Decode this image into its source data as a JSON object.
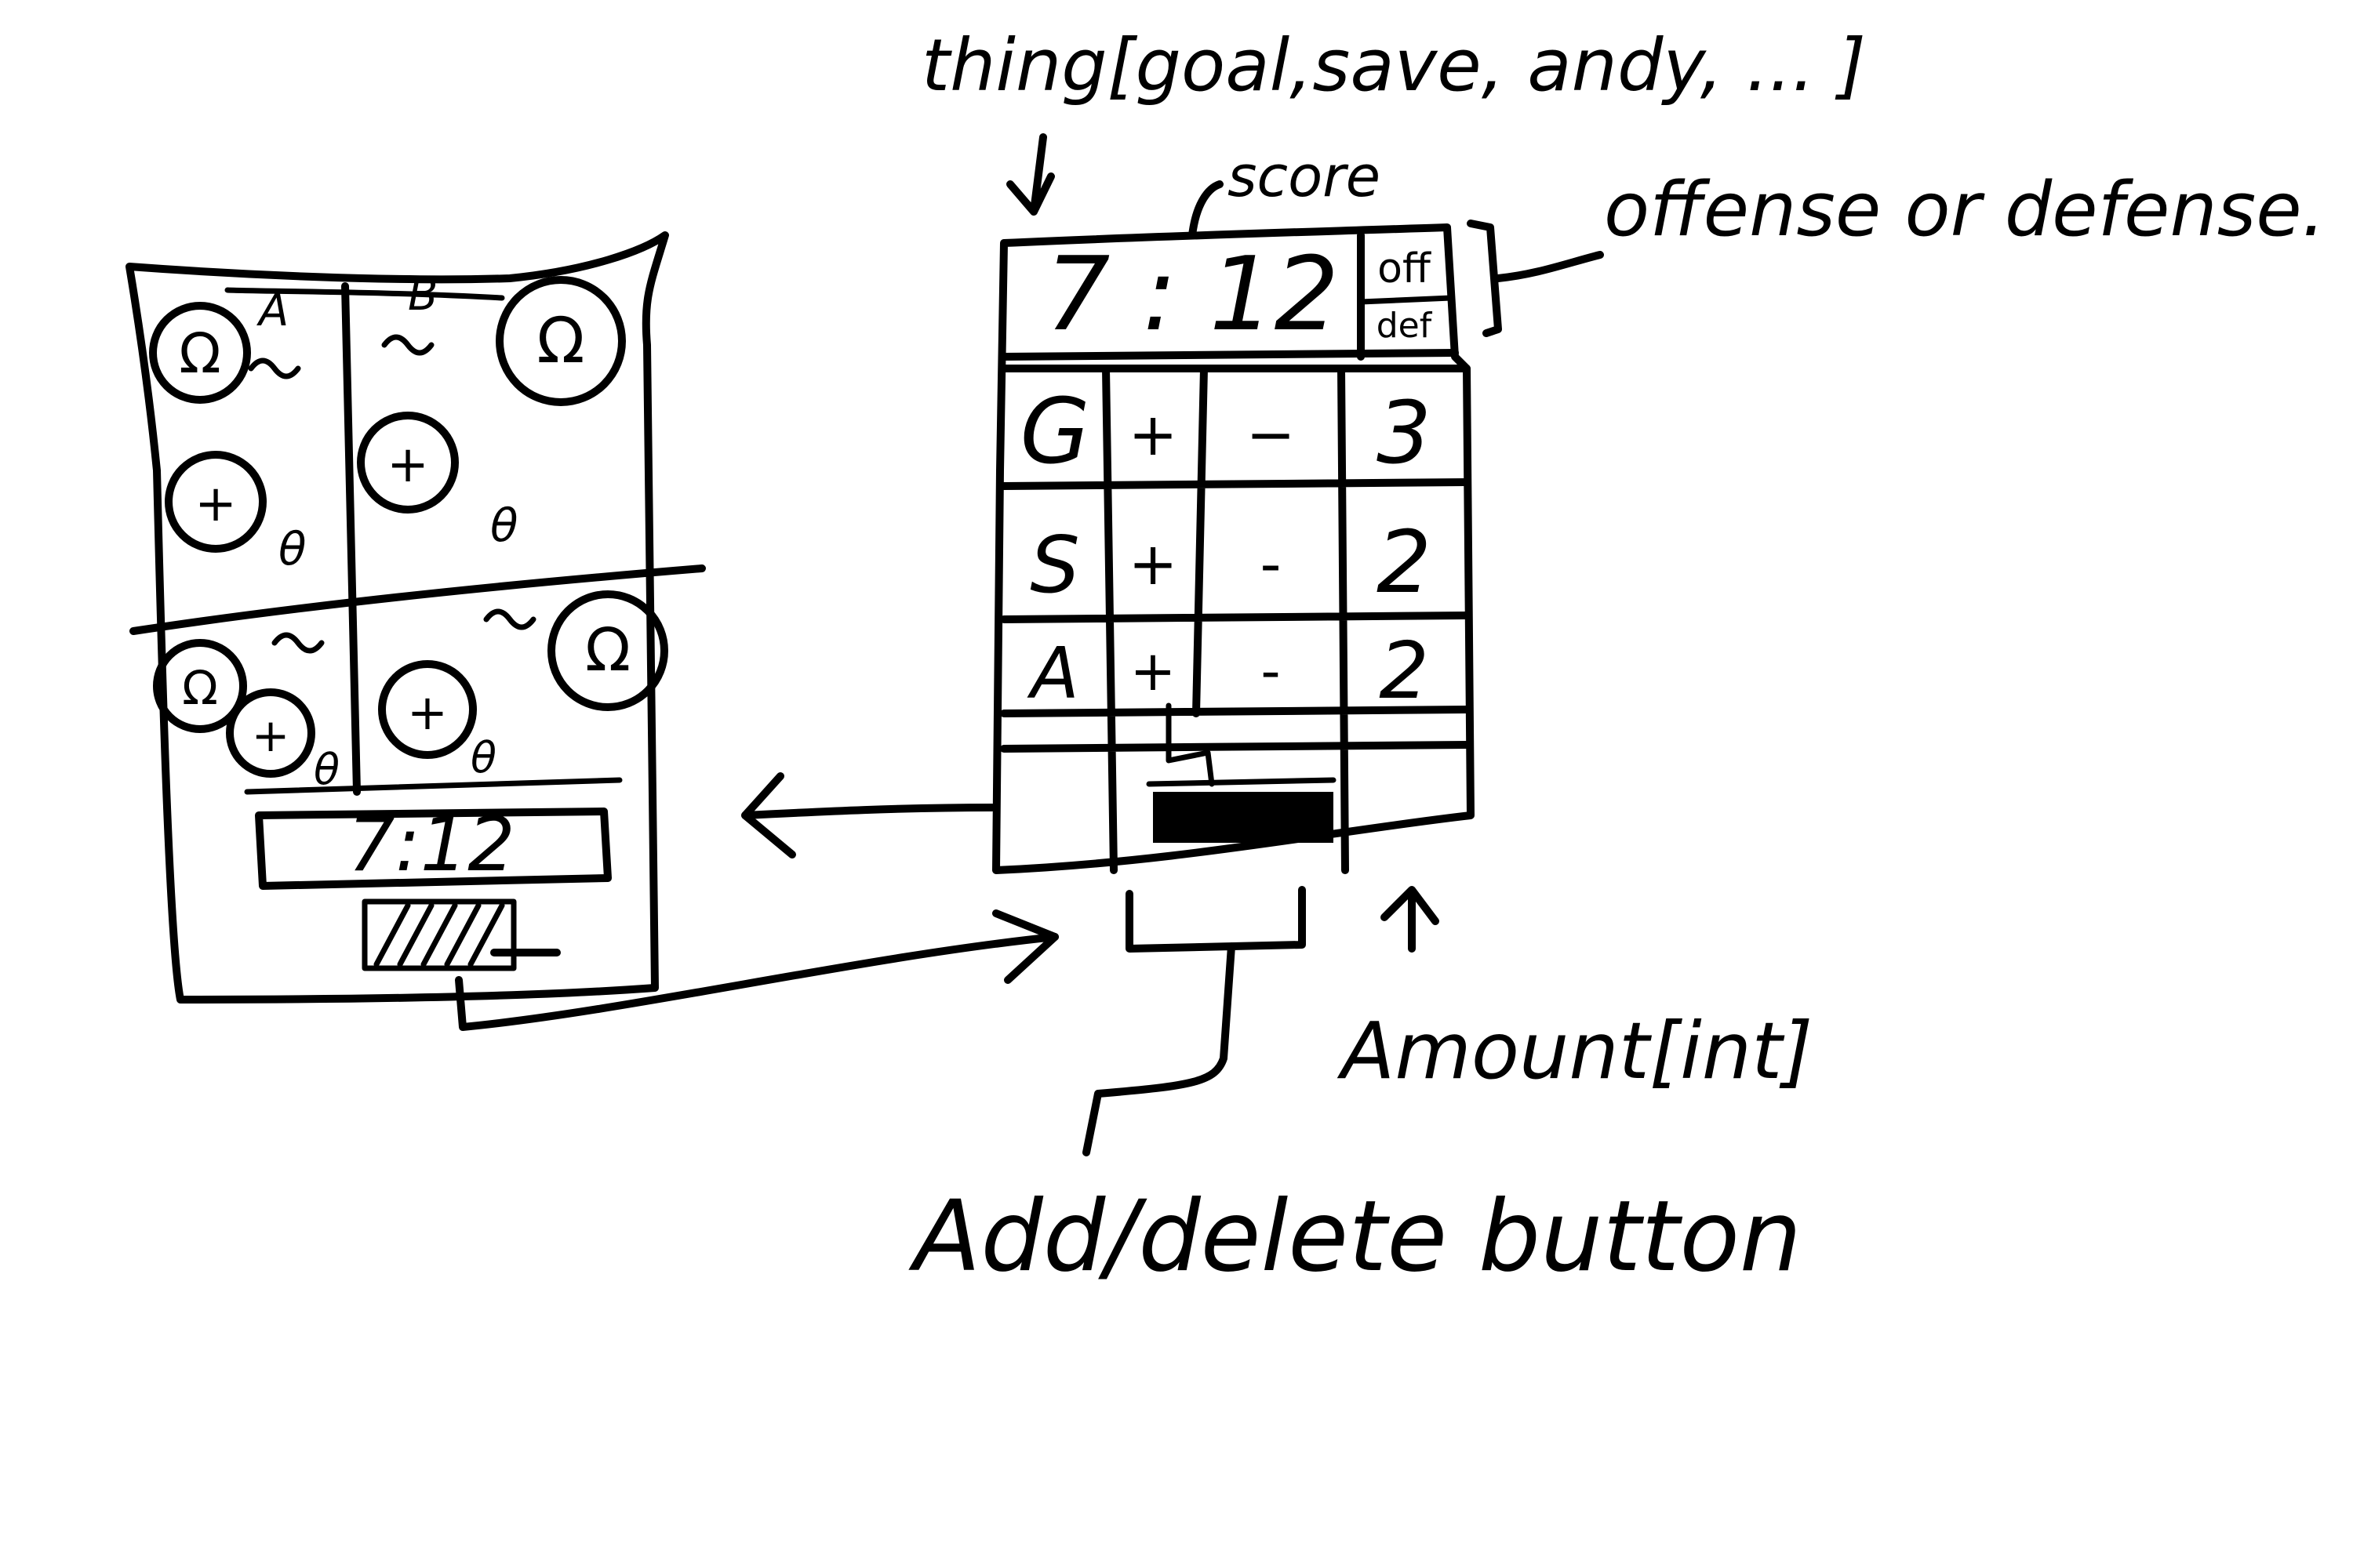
{
  "left_phone": {
    "quadrants": [
      {
        "team": "A",
        "symbol": "Ω",
        "plus": "+",
        "minus": "θ"
      },
      {
        "team": "B",
        "symbol": "Ω",
        "plus": "+",
        "minus": "θ"
      },
      {
        "team": "",
        "symbol": "Ω",
        "plus": "+",
        "minus": "θ"
      },
      {
        "team": "",
        "symbol": "Ω",
        "plus": "+",
        "minus": "θ"
      }
    ],
    "score": "7:12"
  },
  "right_phone": {
    "score": "7 : 12",
    "off_label": "off",
    "def_label": "def",
    "rows": [
      {
        "thing": "G",
        "plus": "+",
        "minus": "−",
        "amount": "3"
      },
      {
        "thing": "S",
        "plus": "+",
        "minus": "-",
        "amount": "2"
      },
      {
        "thing": "A",
        "plus": "+",
        "minus": "-",
        "amount": "2"
      }
    ]
  },
  "annotations": {
    "thing_list": "thing[goal,save, andy, ... ]",
    "score": "score",
    "offense_defense": "offense or defense.",
    "amount": "Amount[int]",
    "add_delete": "Add/delete button"
  }
}
